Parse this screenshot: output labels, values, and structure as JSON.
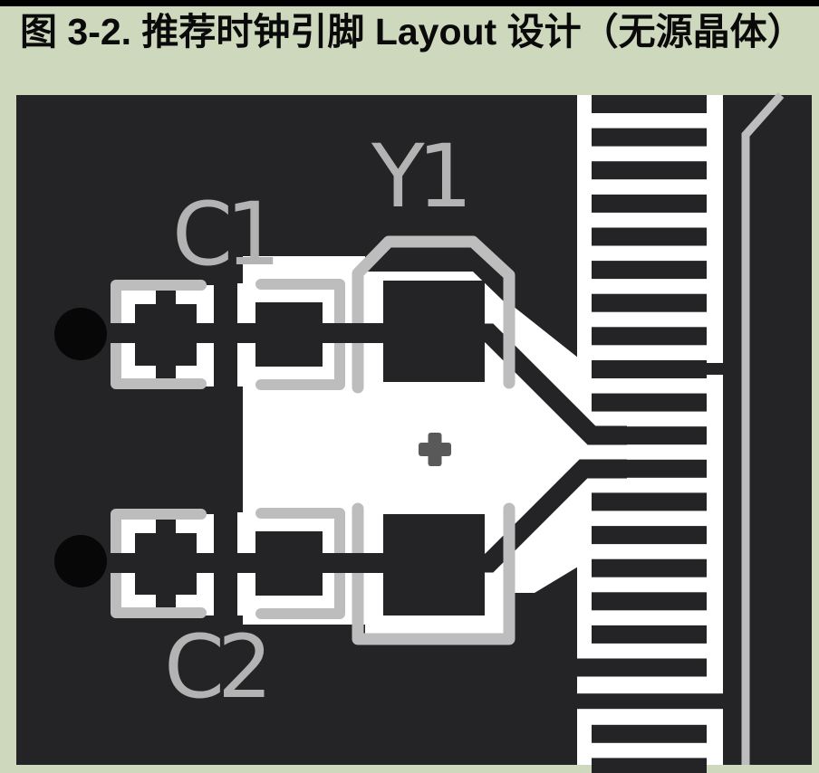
{
  "figure": {
    "title": "图 3-2. 推荐时钟引脚 Layout 设计（无源晶体）"
  },
  "board": {
    "reference_labels": {
      "cap1": "C1",
      "crystal": "Y1",
      "cap2": "C2"
    },
    "center_mark": "+",
    "colors": {
      "page_bg": "#cdd8bd",
      "title_text": "#0a0a0a",
      "board_dark": "#242326",
      "copper_white": "#ffffff",
      "silkscreen": "#bdbdbd",
      "label_gray": "#b3b3b3",
      "via_black": "#070707",
      "center_mark_gray": "#595959"
    }
  }
}
